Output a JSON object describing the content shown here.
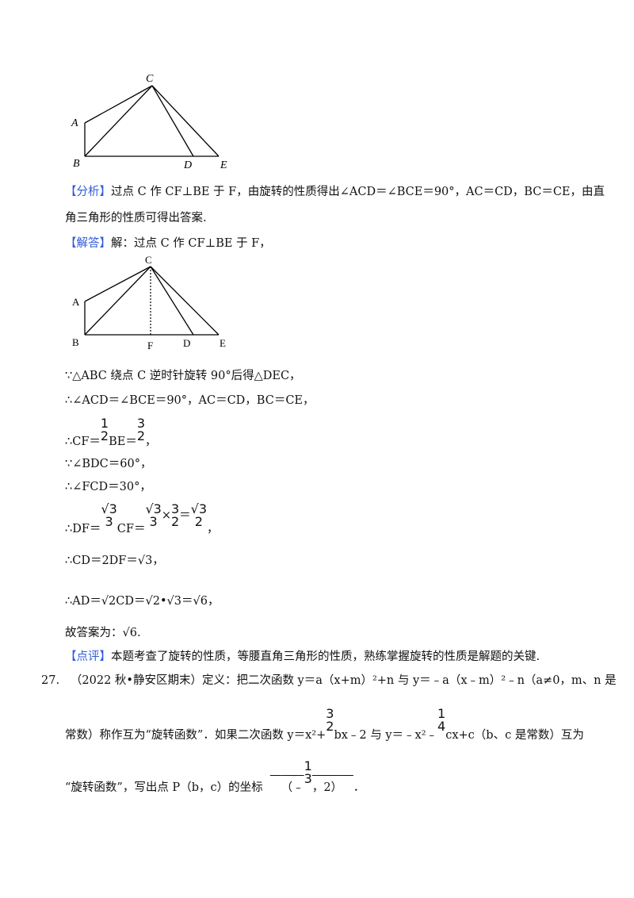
{
  "figure1": {
    "labels": {
      "A": "A",
      "B": "B",
      "C": "C",
      "D": "D",
      "E": "E"
    }
  },
  "analysis": {
    "tag": "【分析】",
    "line1": "过点 C 作 CF⊥BE 于 F，由旋转的性质得出∠ACD＝∠BCE＝90°，AC＝CD，BC＝CE，由直",
    "line2": "角三角形的性质可得出答案."
  },
  "solution": {
    "tag": "【解答】",
    "intro": "解：过点 C 作 CF⊥BE 于 F，"
  },
  "figure2": {
    "labels": {
      "A": "A",
      "B": "B",
      "C": "C",
      "D": "D",
      "E": "E",
      "F": "F"
    }
  },
  "steps": {
    "s1": "∵△ABC 绕点 C 逆时针旋转 90°后得△DEC，",
    "s2": "∴∠ACD＝∠BCE＝90°，AC＝CD，BC＝CE，",
    "s3_pre": "∴CF＝",
    "s3_half_n": "1",
    "s3_half_d": "2",
    "s3_mid": "BE＝",
    "s3_res_n": "3",
    "s3_res_d": "2",
    "s3_end": "，",
    "s4": "∵∠BDC＝60°，",
    "s5": "∴∠FCD＝30°，",
    "s6_pre": "∴DF＝",
    "s6_f1_n": "√3",
    "s6_f1_d": "3",
    "s6_mid": "CF＝",
    "s6_f2_n": "√3",
    "s6_f2_d": "3",
    "s6_times": "×",
    "s6_f3_n": "3",
    "s6_f3_d": "2",
    "s6_eq": "＝",
    "s6_f4_n": "√3",
    "s6_f4_d": "2",
    "s6_end": "，",
    "s7": "∴CD＝2DF＝√3，",
    "s8": "∴AD＝√2CD＝√2•√3＝√6，",
    "answer": "故答案为：√6."
  },
  "comment": {
    "tag": "【点评】",
    "text": "本题考查了旋转的性质，等腰直角三角形的性质，熟练掌握旋转的性质是解题的关键."
  },
  "q27": {
    "number": "27.",
    "line1": "（2022 秋•静安区期末）定义：把二次函数 y＝a（x+m）²+n 与 y＝﹣a（x﹣m）²﹣n（a≠0，m、n 是",
    "line2_a": "常数）称作互为“旋转函数”．如果二次函数 y＝x²+",
    "line2_f1_n": "3",
    "line2_f1_d": "2",
    "line2_b": "bx﹣2 与 y＝﹣x²﹣",
    "line2_f2_n": "1",
    "line2_f2_d": "4",
    "line2_c": "cx+c（b、c 是常数）互为",
    "line3_a": "“旋转函数”，写出点 P（b，c）的坐标",
    "ans_pre": "（﹣",
    "ans_f_n": "1",
    "ans_f_d": "3",
    "ans_post": "，2）",
    "line3_end": "．"
  }
}
